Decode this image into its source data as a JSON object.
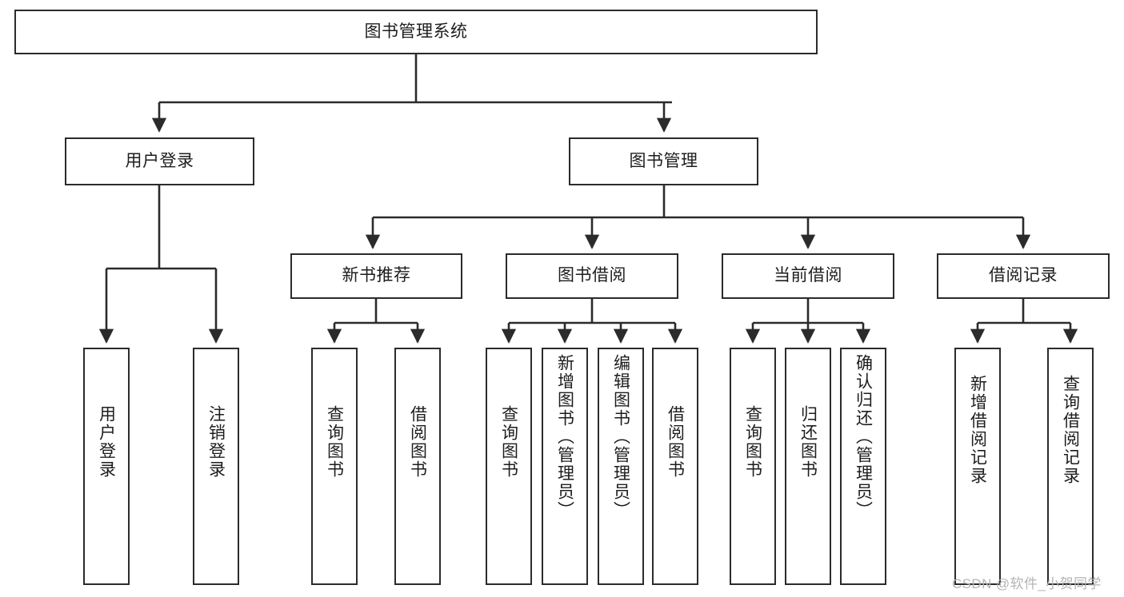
{
  "diagram": {
    "title": "图书管理系统",
    "type": "tree-hierarchy",
    "orientation": "top-down",
    "colors": {
      "box_border": "#2b2b2b",
      "box_fill": "#ffffff",
      "connector": "#2b2b2b",
      "text": "#1d1d1d",
      "watermark": "#b4b4b4",
      "background": "#ffffff"
    },
    "root": {
      "label": "图书管理系统"
    },
    "level2": [
      {
        "label": "用户登录"
      },
      {
        "label": "图书管理"
      }
    ],
    "level3": [
      {
        "label": "新书推荐"
      },
      {
        "label": "图书借阅"
      },
      {
        "label": "当前借阅"
      },
      {
        "label": "借阅记录"
      }
    ],
    "leaves": {
      "user_login": [
        {
          "label": "用户登录"
        },
        {
          "label": "注销登录"
        }
      ],
      "new_book_recommend": [
        {
          "label": "查询图书"
        },
        {
          "label": "借阅图书"
        }
      ],
      "book_borrow": [
        {
          "label": "查询图书"
        },
        {
          "label": "新增图书（管理员）"
        },
        {
          "label": "编辑图书（管理员）"
        },
        {
          "label": "借阅图书"
        }
      ],
      "current_borrow": [
        {
          "label": "查询图书"
        },
        {
          "label": "归还图书"
        },
        {
          "label": "确认归还（管理员）"
        }
      ],
      "borrow_record": [
        {
          "label": "新增借阅记录"
        },
        {
          "label": "查询借阅记录"
        }
      ]
    }
  },
  "watermark": {
    "text": "CSDN @软件_小贺同学"
  }
}
